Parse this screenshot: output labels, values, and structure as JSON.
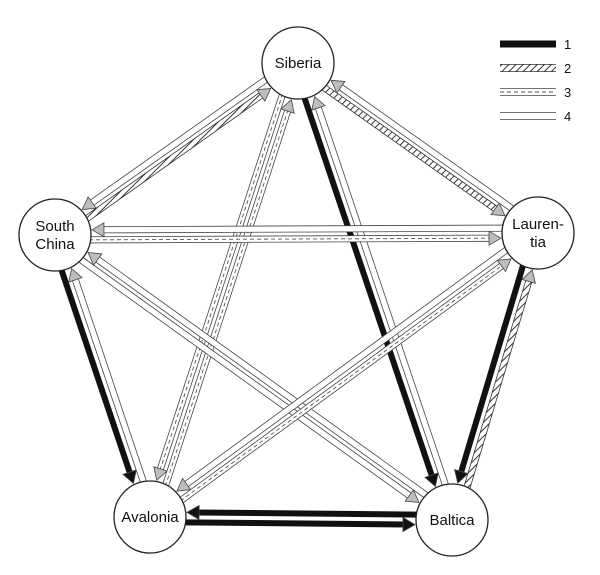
{
  "nodes": [
    {
      "id": "siberia",
      "lines": [
        "Siberia"
      ]
    },
    {
      "id": "laurentia",
      "lines": [
        "Lauren-",
        "tia"
      ]
    },
    {
      "id": "baltica",
      "lines": [
        "Baltica"
      ]
    },
    {
      "id": "avalonia",
      "lines": [
        "Avalonia"
      ]
    },
    {
      "id": "southchina",
      "lines": [
        "South",
        "China"
      ]
    }
  ],
  "links": [
    {
      "a": "siberia",
      "b": "laurentia",
      "a_to_b": "2",
      "b_to_a": "4"
    },
    {
      "a": "siberia",
      "b": "southchina",
      "a_to_b": "4",
      "b_to_a": "2"
    },
    {
      "a": "siberia",
      "b": "baltica",
      "a_to_b": "1",
      "b_to_a": "4"
    },
    {
      "a": "siberia",
      "b": "avalonia",
      "a_to_b": "3",
      "b_to_a": "3"
    },
    {
      "a": "southchina",
      "b": "laurentia",
      "a_to_b": "3",
      "b_to_a": "4"
    },
    {
      "a": "southchina",
      "b": "avalonia",
      "a_to_b": "1",
      "b_to_a": "4"
    },
    {
      "a": "southchina",
      "b": "baltica",
      "a_to_b": "4",
      "b_to_a": "4"
    },
    {
      "a": "laurentia",
      "b": "baltica",
      "a_to_b": "1",
      "b_to_a": "2"
    },
    {
      "a": "laurentia",
      "b": "avalonia",
      "a_to_b": "4",
      "b_to_a": "3"
    },
    {
      "a": "avalonia",
      "b": "baltica",
      "a_to_b": "1",
      "b_to_a": "1"
    }
  ],
  "legend": [
    {
      "type": "1",
      "label": "1"
    },
    {
      "type": "2",
      "label": "2"
    },
    {
      "type": "3",
      "label": "3"
    },
    {
      "type": "4",
      "label": "4"
    }
  ]
}
